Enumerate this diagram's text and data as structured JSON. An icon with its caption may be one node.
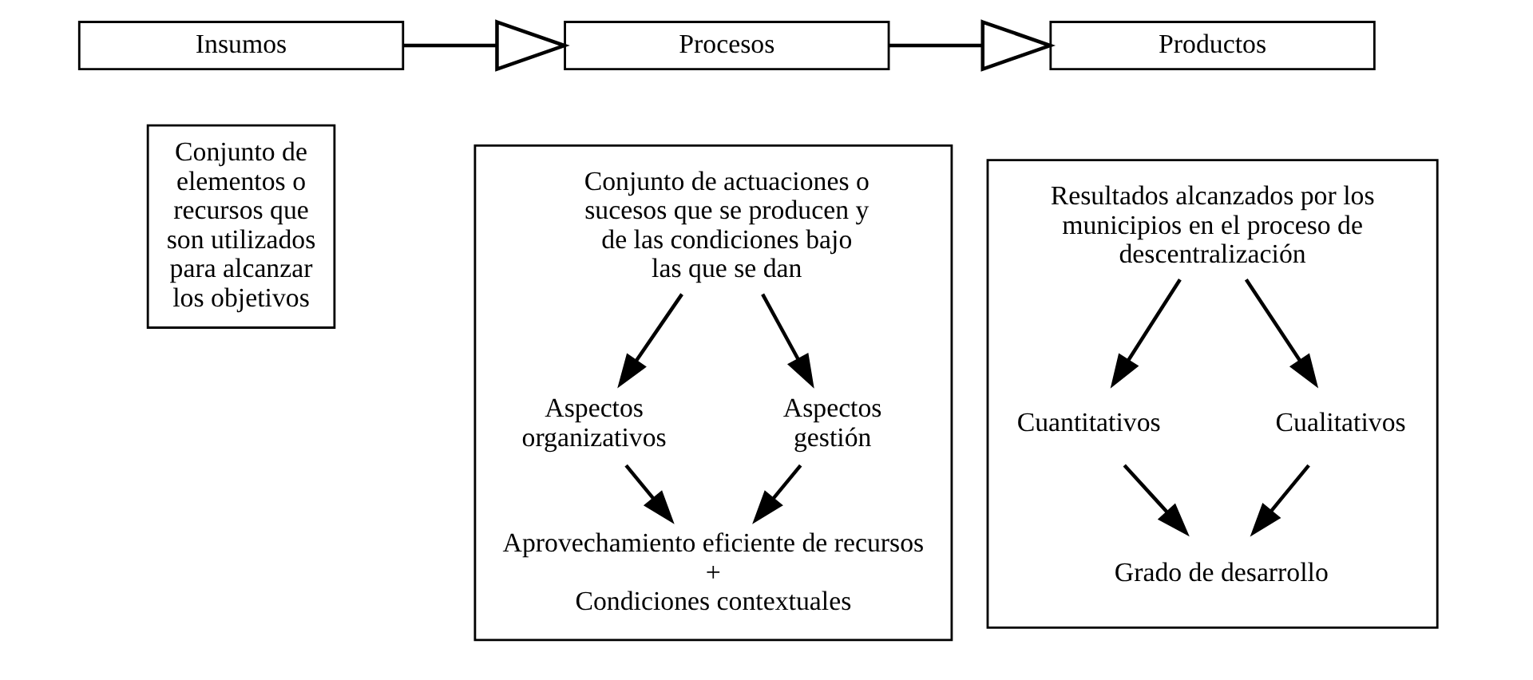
{
  "diagram": {
    "nodes": [
      {
        "text": [
          "Insumos"
        ]
      },
      {
        "text": [
          "Procesos"
        ]
      },
      {
        "text": [
          "Productos"
        ]
      },
      {
        "text": [
          "Conjunto de elementos o recursos que son utilizados para alcanzar los objetivos"
        ]
      },
      {
        "text": [],
        "shape": "box"
      },
      {
        "text": [
          "Conjunto de actuaciones o sucesos que se producen y de las condiciones bajo las que se dan"
        ],
        "in": 4
      },
      {
        "text": [
          "Aspectos organizativos"
        ],
        "in": 4
      },
      {
        "text": [
          "Aspectos gestión"
        ],
        "in": 4
      },
      {
        "text": [
          "Aprovechamiento eficiente de recursos",
          "+",
          "Condiciones contextuales"
        ],
        "in": 4
      },
      {
        "text": [],
        "shape": "box"
      },
      {
        "text": [
          "Resultados alcanzados por los municipios en el proceso de descentralización"
        ],
        "in": 9
      },
      {
        "text": [
          "Cuantitativos"
        ],
        "in": 9
      },
      {
        "text": [
          "Cualitativos"
        ],
        "in": 9
      },
      {
        "text": [
          "Grado de desarrollo"
        ],
        "in": 9
      }
    ],
    "edges": [
      {
        "from": 0,
        "to": 1,
        "arrow": "to"
      },
      {
        "from": 1,
        "to": 2,
        "arrow": "to"
      },
      {
        "from": 5,
        "to": 6,
        "arrow": "to"
      },
      {
        "from": 5,
        "to": 7,
        "arrow": "to"
      },
      {
        "from": 6,
        "to": 8,
        "arrow": "to"
      },
      {
        "from": 7,
        "to": 8,
        "arrow": "to"
      },
      {
        "from": 10,
        "to": 11,
        "arrow": "to"
      },
      {
        "from": 10,
        "to": 12,
        "arrow": "to"
      },
      {
        "from": 11,
        "to": 13,
        "arrow": "to"
      },
      {
        "from": 12,
        "to": 13,
        "arrow": "to"
      }
    ]
  }
}
